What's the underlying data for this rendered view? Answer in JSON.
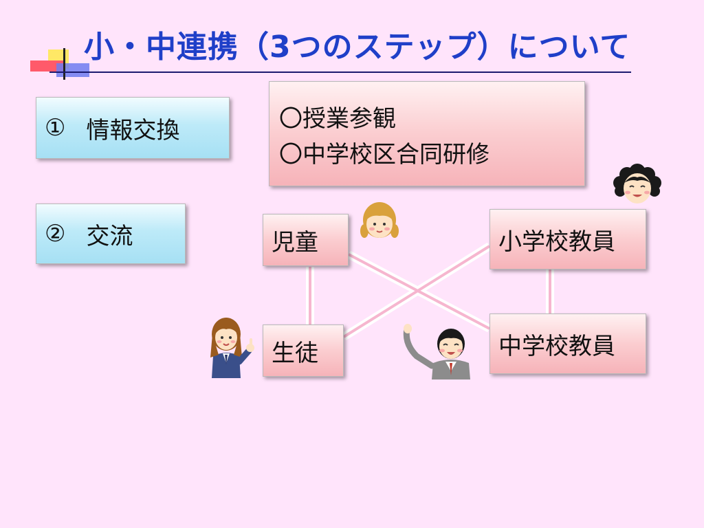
{
  "slide": {
    "title": "小・中連携（3つのステップ）について",
    "steps": [
      {
        "number": "①",
        "label": "情報交換"
      },
      {
        "number": "②",
        "label": "交流"
      }
    ],
    "details": [
      "〇授業参観",
      "〇中学校区合同研修"
    ],
    "nodes": {
      "child": "児童",
      "student": "生徒",
      "elementary_teacher": "小学校教員",
      "junior_high_teacher": "中学校教員"
    }
  },
  "colors": {
    "title": "#1f3fc8",
    "background": "#ffe4fb",
    "step_box": "#bdeaf8",
    "node_box": "#fbcdd0"
  }
}
